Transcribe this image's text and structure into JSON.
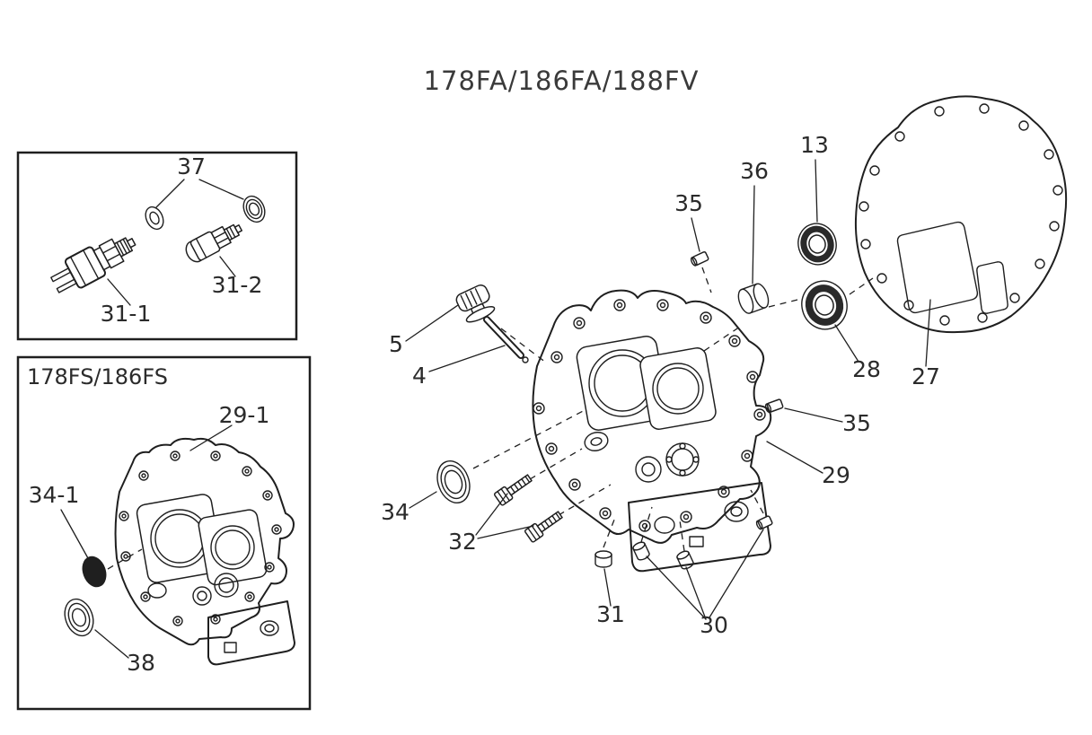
{
  "title": "178FA/186FA/188FV",
  "colors": {
    "line": "#1f1f1f",
    "background": "#ffffff"
  },
  "inset_switches": {
    "washer_pair_label": "37",
    "switch_a_label": "31-1",
    "switch_b_label": "31-2"
  },
  "inset_fs": {
    "heading": "178FS/186FS",
    "cover_label": "29-1",
    "plug_label": "34-1",
    "seal_label": "38"
  },
  "main": {
    "plug_cap_label": "5",
    "dipstick_label": "4",
    "pin_top_label": "35",
    "bushing_label": "36",
    "bearing_small_label": "13",
    "bearing_large_label": "28",
    "gasket_label": "27",
    "pin_side_label": "35",
    "cover_label": "29",
    "oil_seal_label": "34",
    "bolts_label": "32",
    "nut_label": "31",
    "plugs_label": "30"
  }
}
